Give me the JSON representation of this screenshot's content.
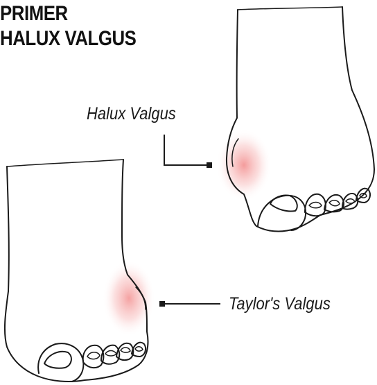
{
  "title": {
    "line1": "PRIMER",
    "line2": "HALUX VALGUS"
  },
  "labels": {
    "hallux": "Halux Valgus",
    "taylor": "Taylor's Valgus"
  },
  "colors": {
    "outline": "#1a1a1a",
    "inflammation": "#f07a7a",
    "background": "#ffffff"
  }
}
